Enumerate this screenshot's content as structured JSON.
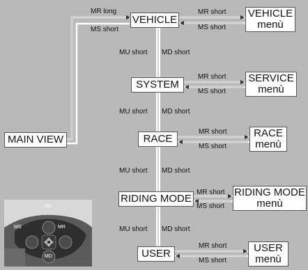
{
  "states": {
    "vehicle": "VEHICLE",
    "system": "SYSTEM",
    "race": "RACE",
    "riding_mode": "RIDING MODE",
    "user": "USER",
    "main_view": "MAIN VIEW"
  },
  "menus": {
    "vehicle": [
      "VEHICLE",
      "menù"
    ],
    "service": [
      "SERVICE",
      "menù"
    ],
    "race": [
      "RACE",
      "menù"
    ],
    "riding_mode": [
      "RIDING MODE",
      "menù"
    ],
    "user": [
      "USER",
      "menù"
    ]
  },
  "labels": {
    "mr_long": "MR long",
    "ms_short": "MS short",
    "mr_short": "MR short",
    "mu_short": "MU short",
    "md_short": "MD short"
  },
  "photo_buttons": {
    "mu": "MU",
    "ms": "MS",
    "mr": "MR",
    "md": "MD"
  },
  "colors": {
    "background": "#b9b9b9",
    "box_fill": "#ffffff",
    "connector": "#ffffff"
  }
}
